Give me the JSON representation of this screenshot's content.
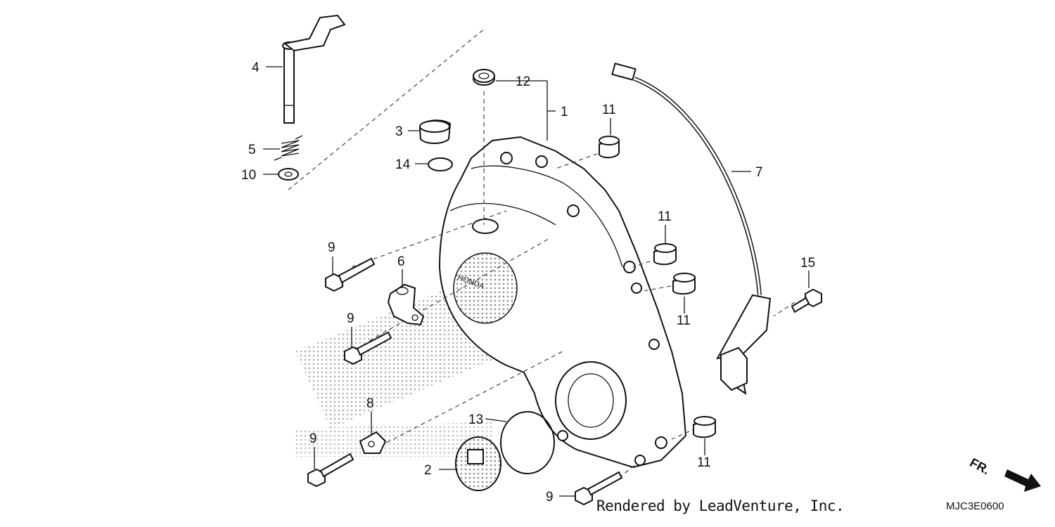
{
  "diagram": {
    "callouts": [
      {
        "id": "c1",
        "text": "1"
      },
      {
        "id": "c2",
        "text": "2"
      },
      {
        "id": "c3",
        "text": "3"
      },
      {
        "id": "c4",
        "text": "4"
      },
      {
        "id": "c5",
        "text": "5"
      },
      {
        "id": "c6",
        "text": "6"
      },
      {
        "id": "c7",
        "text": "7"
      },
      {
        "id": "c8",
        "text": "8"
      },
      {
        "id": "c9a",
        "text": "9"
      },
      {
        "id": "c9b",
        "text": "9"
      },
      {
        "id": "c9c",
        "text": "9"
      },
      {
        "id": "c9d",
        "text": "9"
      },
      {
        "id": "c10",
        "text": "10"
      },
      {
        "id": "c11a",
        "text": "11"
      },
      {
        "id": "c11b",
        "text": "11"
      },
      {
        "id": "c11c",
        "text": "11"
      },
      {
        "id": "c11d",
        "text": "11"
      },
      {
        "id": "c12",
        "text": "12"
      },
      {
        "id": "c13",
        "text": "13"
      },
      {
        "id": "c14",
        "text": "14"
      },
      {
        "id": "c15",
        "text": "15"
      }
    ],
    "direction_label": "FR.",
    "diagram_code": "MJC3E0600",
    "credit": "Rendered by LeadVenture, Inc."
  }
}
